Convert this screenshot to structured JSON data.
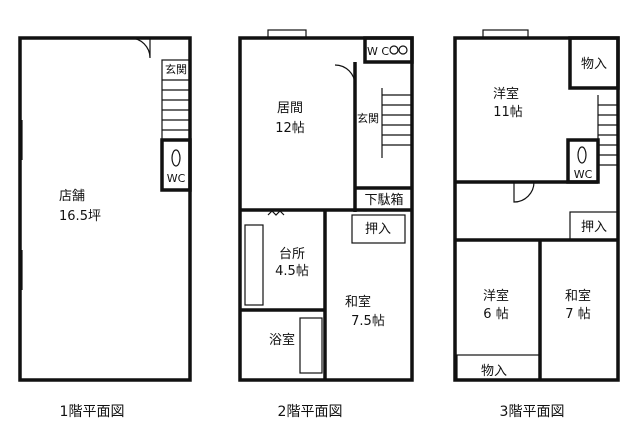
{
  "floor1": {
    "caption": "1階平面図",
    "shop": "店舗",
    "shop_area": "16.5坪",
    "entrance": "玄関",
    "wc": "WC"
  },
  "floor2": {
    "caption": "2階平面図",
    "wc": "W C",
    "living": "居間",
    "living_area": "12帖",
    "entrance": "玄関",
    "shoe_box": "下駄箱",
    "closet": "押入",
    "kitchen": "台所",
    "kitchen_area": "4.5帖",
    "japanese_room": "和室",
    "japanese_area": "7.5帖",
    "bath": "浴室"
  },
  "floor3": {
    "caption": "3階平面図",
    "storage_top": "物入",
    "western_room_large": "洋室",
    "western_large_area": "11帖",
    "wc": "WC",
    "closet": "押入",
    "western_room_small": "洋室",
    "western_small_area": "6 帖",
    "japanese_room": "和室",
    "japanese_area": "7 帖",
    "storage_bottom": "物入"
  }
}
